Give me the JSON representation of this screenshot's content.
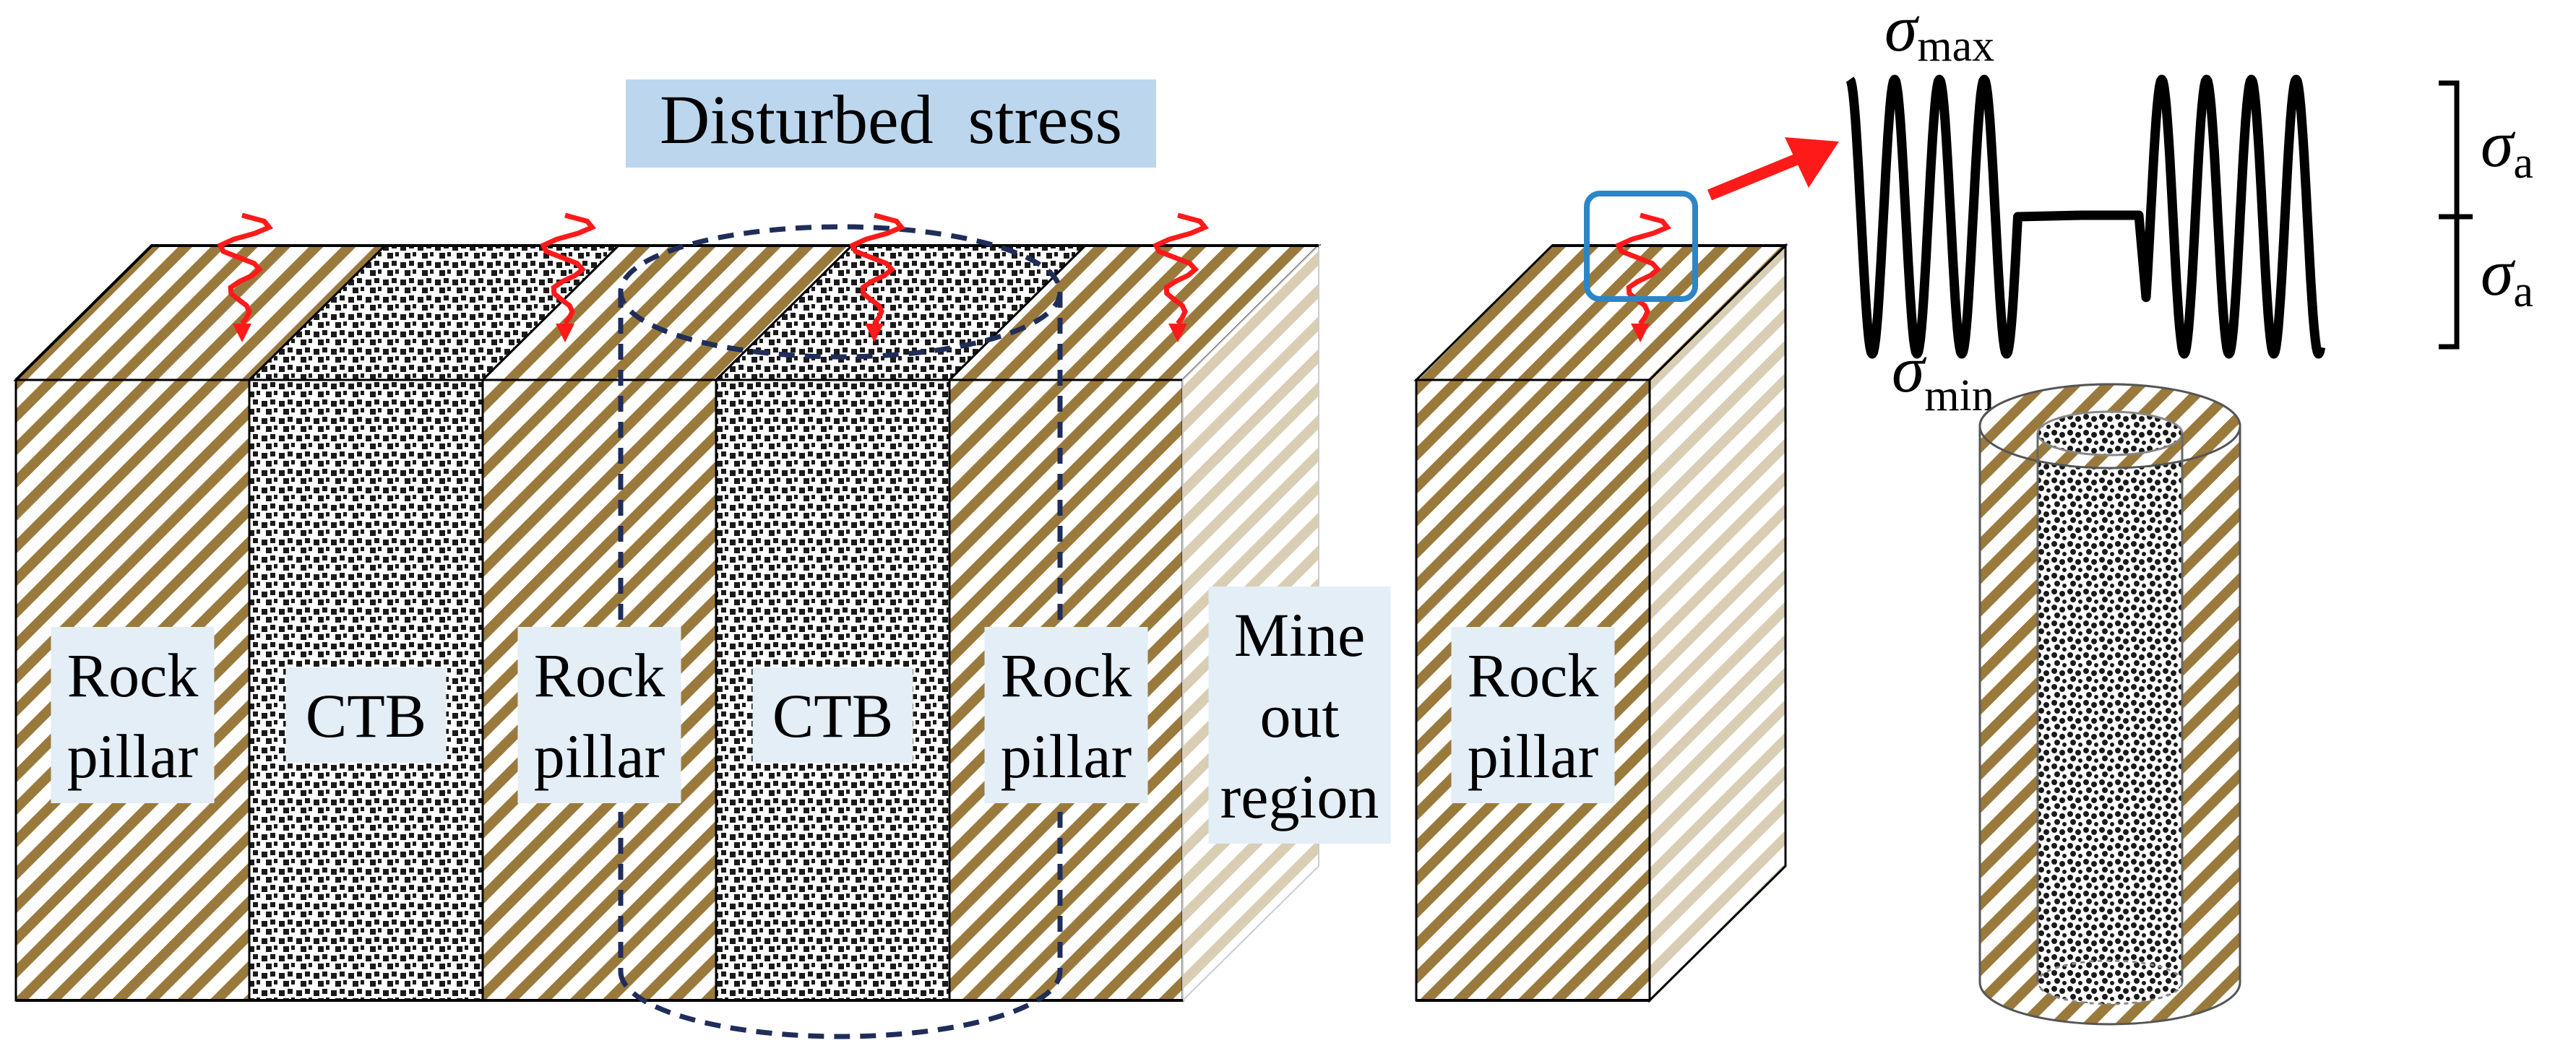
{
  "title": "Disturbed  stress",
  "blocks": [
    {
      "label_lines": [
        "Rock",
        "pillar"
      ],
      "material": "rock"
    },
    {
      "label_lines": [
        "CTB"
      ],
      "material": "ctb"
    },
    {
      "label_lines": [
        "Rock",
        "pillar"
      ],
      "material": "rock"
    },
    {
      "label_lines": [
        "CTB"
      ],
      "material": "ctb"
    },
    {
      "label_lines": [
        "Rock",
        "pillar"
      ],
      "material": "rock"
    },
    {
      "label_lines": [
        "Mine",
        "out",
        "region"
      ],
      "material": "void"
    },
    {
      "label_lines": [
        "Rock",
        "pillar"
      ],
      "material": "rock"
    }
  ],
  "waveform": {
    "max_label": {
      "symbol": "σ",
      "subscript": "max"
    },
    "min_label": {
      "symbol": "σ",
      "subscript": "min"
    },
    "amplitude_upper": {
      "symbol": "σ",
      "subscript": "a"
    },
    "amplitude_lower": {
      "symbol": "σ",
      "subscript": "a"
    }
  },
  "colors": {
    "rock_stripe": "#9a7a3c",
    "rock_stripe_light": "#d9cdb4",
    "ctb_dots": "#1a1a1a",
    "label_box": "#e3eef6",
    "title_box": "#bcd6ee",
    "disturb_arrow": "#ff1a1a",
    "callout": "#2c86c6",
    "dashed_outline": "#1f2d5a"
  },
  "icons": [
    "disturbance-arrow-icon",
    "callout-arrow-icon"
  ]
}
